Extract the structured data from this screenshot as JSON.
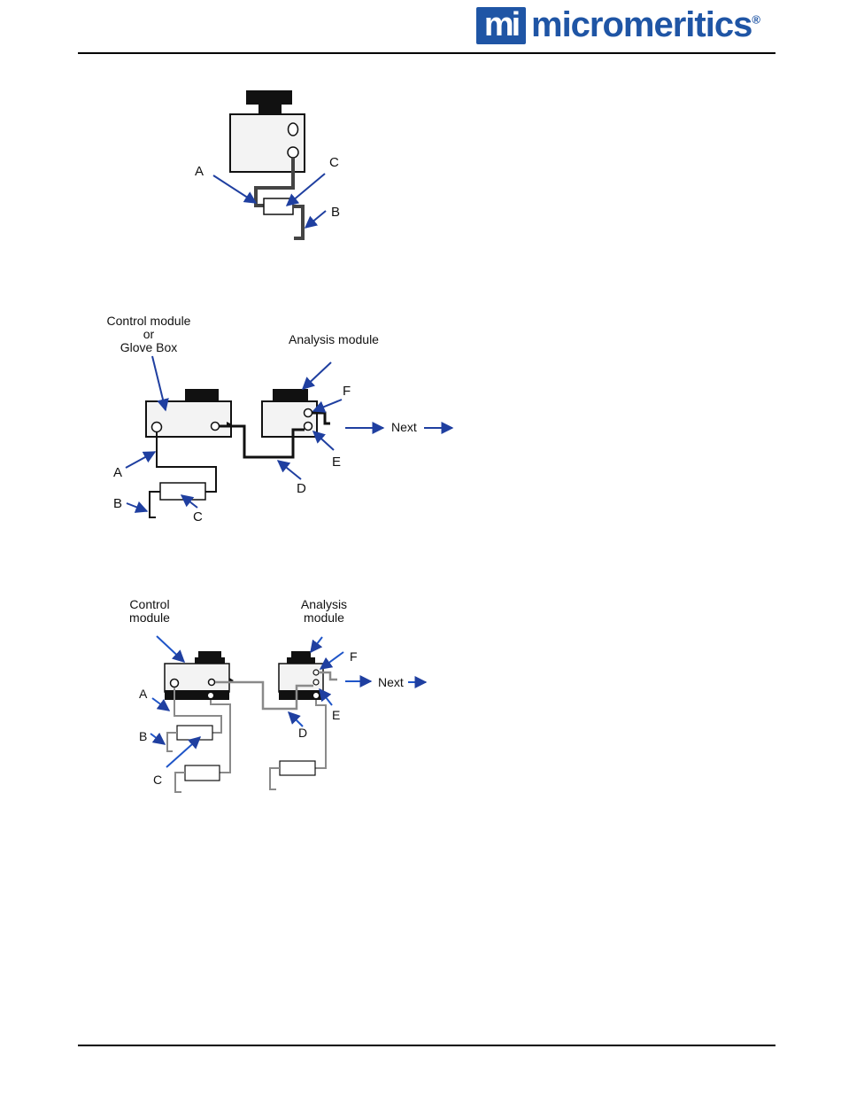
{
  "header": {
    "logo_mark": "mi",
    "logo_word": "micromeritics",
    "logo_reg": "®",
    "brand_color": "#1f55a5"
  },
  "diagram1": {
    "labels": {
      "a": "A",
      "b": "B",
      "c": "C"
    }
  },
  "diagram2": {
    "control_line1": "Control module",
    "control_line2": "or",
    "control_line3": "Glove Box",
    "analysis": "Analysis module",
    "next": "Next",
    "labels": {
      "a": "A",
      "b": "B",
      "c": "C",
      "d": "D",
      "e": "E",
      "f": "F"
    }
  },
  "diagram3": {
    "control_line1": "Control",
    "control_line2": "module",
    "analysis_line1": "Analysis",
    "analysis_line2": "module",
    "next": "Next",
    "labels": {
      "a": "A",
      "b": "B",
      "c": "C",
      "d": "D",
      "e": "E",
      "f": "F"
    }
  },
  "colors": {
    "arrow": "#1f3fa0",
    "tube_dark": "#222222",
    "tube_gray": "#8a8a8a",
    "module_fill": "#f3f3f3"
  }
}
